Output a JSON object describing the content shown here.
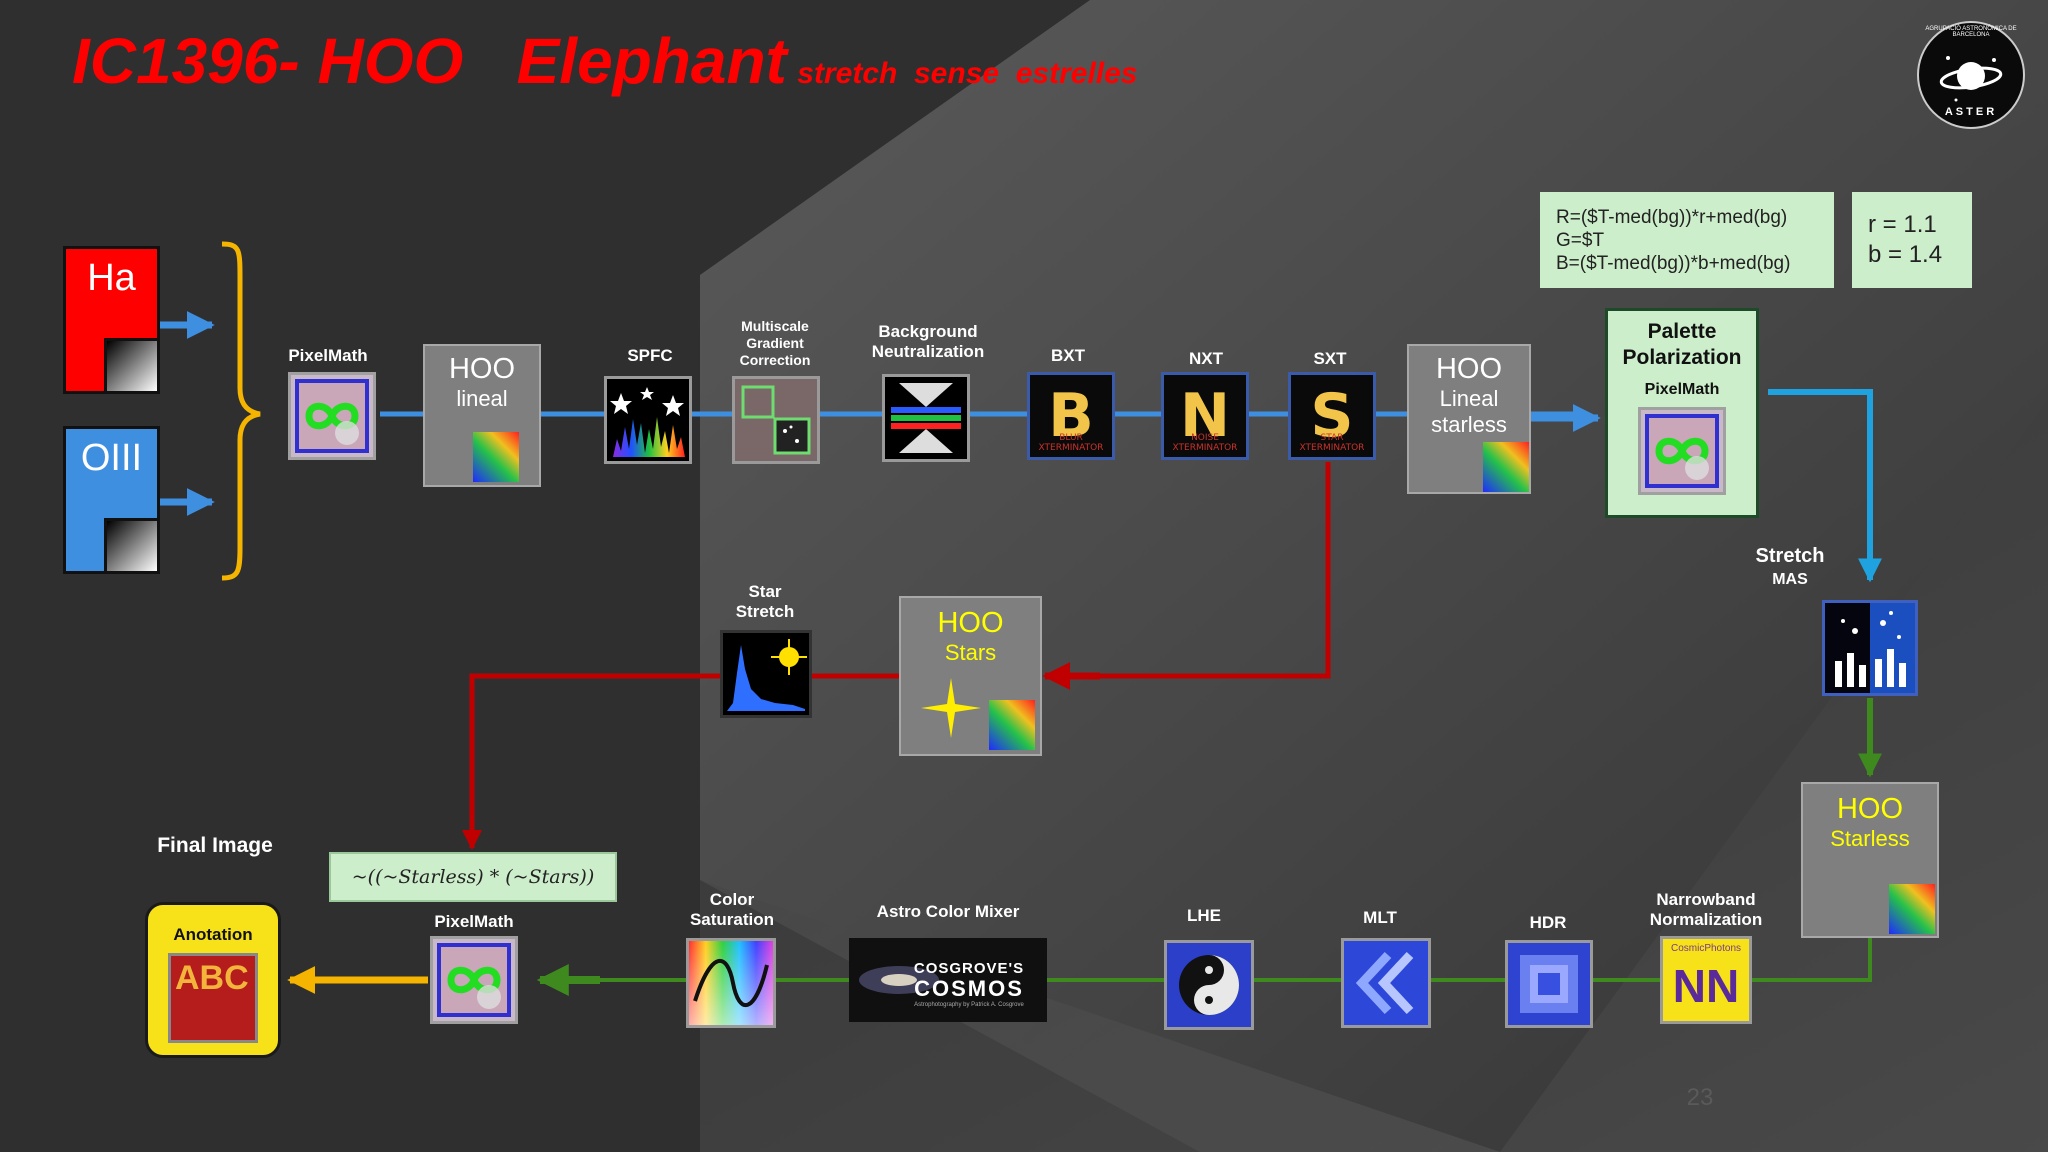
{
  "title": {
    "main": "IC1396- HOO   Elephant",
    "sub": "stretch  sense  estrelles"
  },
  "channels": [
    {
      "label": "Ha",
      "color": "#ff0000"
    },
    {
      "label": "OIII",
      "color": "#3f8fe0"
    }
  ],
  "steps": {
    "pixelmath1": "PixelMath",
    "hoo_lineal": {
      "title": "HOO",
      "subtitle": "lineal"
    },
    "spfc": "SPFC",
    "mgc": "Multiscale\nGradient\nCorrection",
    "bn": "Background\nNeutralization",
    "bxt": {
      "label": "BXT",
      "letter": "B",
      "sub": "BLUR XTERMINATOR"
    },
    "nxt": {
      "label": "NXT",
      "letter": "N",
      "sub": "NOISE XTERMINATOR"
    },
    "sxt": {
      "label": "SXT",
      "letter": "S",
      "sub": "STAR XTERMINATOR"
    },
    "hoo_starless_lineal": {
      "title": "HOO",
      "l1": "Lineal",
      "l2": "starless"
    },
    "palette": {
      "title": "Palette\nPolarization",
      "sub": "PixelMath"
    },
    "stretch_mas": {
      "label": "Stretch",
      "sub": "MAS"
    },
    "hoo_starless": {
      "title": "HOO",
      "subtitle": "Starless"
    },
    "nb_norm": {
      "label": "Narrowband\nNormalization",
      "brand": "CosmicPhotons",
      "letters": "NN"
    },
    "hdr": "HDR",
    "mlt": "MLT",
    "lhe": "LHE",
    "acm": {
      "label": "Astro Color Mixer",
      "brand": "COSGROVE'S",
      "product": "COSMOS",
      "credit": "Astrophotography by Patrick A. Cosgrove"
    },
    "color_sat": "Color\nSaturation",
    "pixelmath2": "PixelMath",
    "anotation": {
      "label": "Anotation",
      "letters": "ABC"
    },
    "star_stretch": "Star\nStretch",
    "hoo_stars": {
      "title": "HOO",
      "subtitle": "Stars"
    }
  },
  "formula_main": [
    "R=($T-med(bg))*r+med(bg)",
    "G=$T",
    "B=($T-med(bg))*b+med(bg)"
  ],
  "formula_params": [
    "r = 1.1",
    "b = 1.4"
  ],
  "combine_formula": "~((~Starless) * (~Stars))",
  "final_image": "Final Image",
  "logo": {
    "ring": "AGRUPACIÓ ASTRONÒMICA DE BARCELONA",
    "name": "ASTER"
  },
  "page_number": "23",
  "colors": {
    "linear": "#3f8fe0",
    "stars": "#c00000",
    "nonlinear": "#3e8a1e",
    "final": "#f5b400",
    "title": "#ff0000",
    "formula_bg": "#cdeecb",
    "brace": "#f5b400"
  }
}
